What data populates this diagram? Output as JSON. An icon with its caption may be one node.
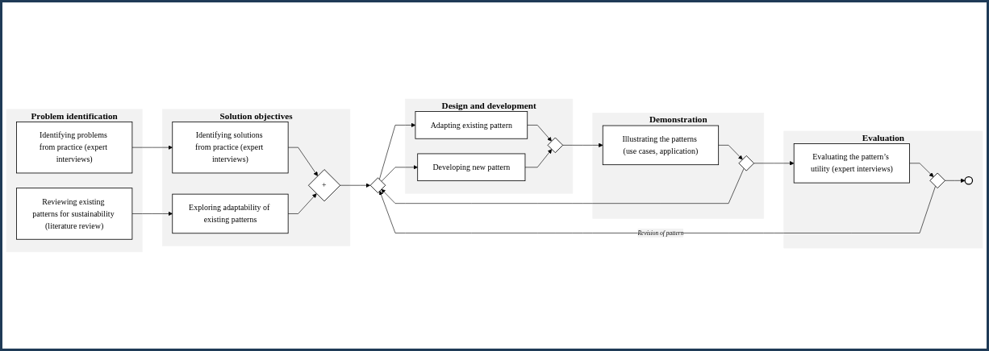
{
  "diagram": {
    "nodes": [
      {
        "text": [
          "Problem identification"
        ]
      },
      {
        "text": [
          "Identifying problems from practice (expert interviews)"
        ],
        "in": 0
      },
      {
        "text": [
          "Reviewing existing patterns for sustainability (literature review)"
        ],
        "in": 0
      },
      {
        "text": [
          "Solution objectives"
        ]
      },
      {
        "text": [
          "Identifying solutions from practice (expert interviews)"
        ],
        "in": 3
      },
      {
        "text": [
          "Exploring adaptability of existing patterns"
        ],
        "in": 3
      },
      {
        "text": [
          "+"
        ],
        "in": 3
      },
      {
        "text": [
          "Design and development"
        ]
      },
      {
        "text": [],
        "shape": "diamond"
      },
      {
        "text": [
          "Adapting existing pattern"
        ],
        "in": 7
      },
      {
        "text": [
          "Developing new pattern"
        ],
        "in": 7
      },
      {
        "text": [],
        "shape": "diamond",
        "in": 7
      },
      {
        "text": [
          "Demonstration"
        ]
      },
      {
        "text": [
          "Illustrating the patterns (use cases, application)"
        ],
        "in": 12
      },
      {
        "text": [],
        "shape": "diamond",
        "in": 12
      },
      {
        "text": [
          "Evaluation"
        ]
      },
      {
        "text": [
          "Evaluating the pattern’s utility (expert interviews)"
        ],
        "in": 15
      },
      {
        "text": [],
        "shape": "diamond",
        "in": 15
      },
      {
        "text": [],
        "shape": "circle",
        "in": 15
      }
    ],
    "edges": [
      {
        "from": 1,
        "to": 4,
        "arrow": "to"
      },
      {
        "from": 2,
        "to": 5,
        "arrow": "to"
      },
      {
        "from": 4,
        "to": 6,
        "arrow": "to"
      },
      {
        "from": 5,
        "to": 6,
        "arrow": "to"
      },
      {
        "from": 6,
        "to": 8,
        "arrow": "to"
      },
      {
        "from": 8,
        "to": 9,
        "arrow": "to"
      },
      {
        "from": 8,
        "to": 10,
        "arrow": "to"
      },
      {
        "from": 9,
        "to": 11,
        "arrow": "to"
      },
      {
        "from": 10,
        "to": 11,
        "arrow": "to"
      },
      {
        "from": 11,
        "to": 13,
        "arrow": "to"
      },
      {
        "from": 13,
        "to": 14,
        "arrow": "to"
      },
      {
        "from": 14,
        "to": 16,
        "arrow": "to"
      },
      {
        "from": 16,
        "to": 17,
        "arrow": "to"
      },
      {
        "from": 17,
        "to": 18,
        "arrow": "to"
      },
      {
        "from": 14,
        "to": 8,
        "arrow": "to"
      },
      {
        "from": 17,
        "to": 8,
        "arrow": "to",
        "label": "Revision of pattern"
      }
    ]
  }
}
